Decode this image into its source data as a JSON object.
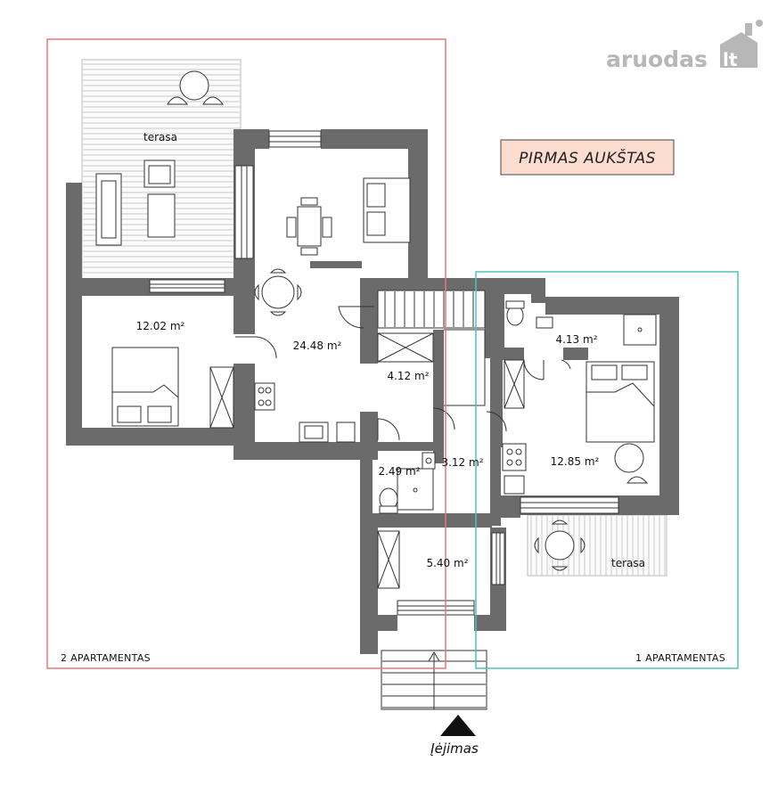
{
  "brand": {
    "logo_text": "aruodas",
    "logo_suffix": "lt"
  },
  "plan": {
    "floor_title": "PIRMAS AUKŠTAS",
    "entrance_label": "Įėjimas",
    "colors": {
      "wall": "#6b6b6b",
      "apartment_2_outline": "#e9767a",
      "apartment_1_outline": "#4fc3b8",
      "title_fill": "#fbdccf"
    },
    "apartments": [
      {
        "id": "apartment-2",
        "label": "2 APARTAMENTAS"
      },
      {
        "id": "apartment-1",
        "label": "1 APARTAMENTAS"
      }
    ],
    "rooms": {
      "terrace_left": "terasa",
      "bedroom_left": "12.02 m²",
      "living_kitchen": "24.48 m²",
      "hall_upper": "4.12 m²",
      "bathroom_left": "2.49 m²",
      "corridor": "3.12 m²",
      "entry_hall": "5.40 m²",
      "bathroom_right": "4.13 m²",
      "studio_right": "12.85 m²",
      "terrace_right": "terasa"
    }
  }
}
